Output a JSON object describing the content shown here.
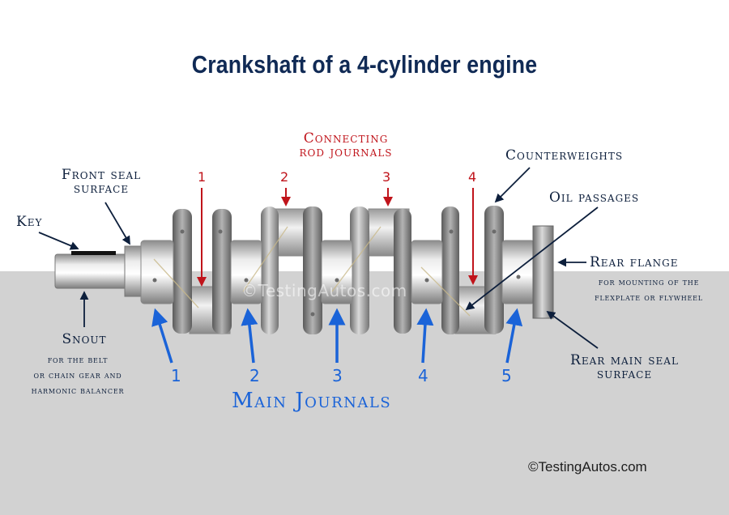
{
  "title": "Crankshaft of a 4-cylinder engine",
  "watermark": "©TestingAutos.com",
  "copyright": "©TestingAutos.com",
  "labels": {
    "key": "Key",
    "front_seal": [
      "Front seal",
      "surface"
    ],
    "snout": "Snout",
    "snout_note": [
      "for the belt",
      "or chain gear and",
      "harmonic balancer"
    ],
    "connecting_rod_journals": [
      "Connecting",
      "rod journals"
    ],
    "counterweights": "Counterweights",
    "oil_passages": "Oil passages",
    "rear_flange": "Rear flange",
    "rear_flange_note": [
      "for mounting of the",
      "flexplate or flywheel"
    ],
    "rear_main_seal": [
      "Rear main seal",
      "surface"
    ],
    "main_journals": "Main Journals"
  },
  "rod_journal_numbers": [
    "1",
    "2",
    "3",
    "4"
  ],
  "main_journal_numbers": [
    "1",
    "2",
    "3",
    "4",
    "5"
  ],
  "colors": {
    "title": "#102a55",
    "label_dark": "#0d1f3c",
    "rod_red": "#c0141b",
    "main_blue": "#1a63d8",
    "ground": "#d2d2d2"
  }
}
